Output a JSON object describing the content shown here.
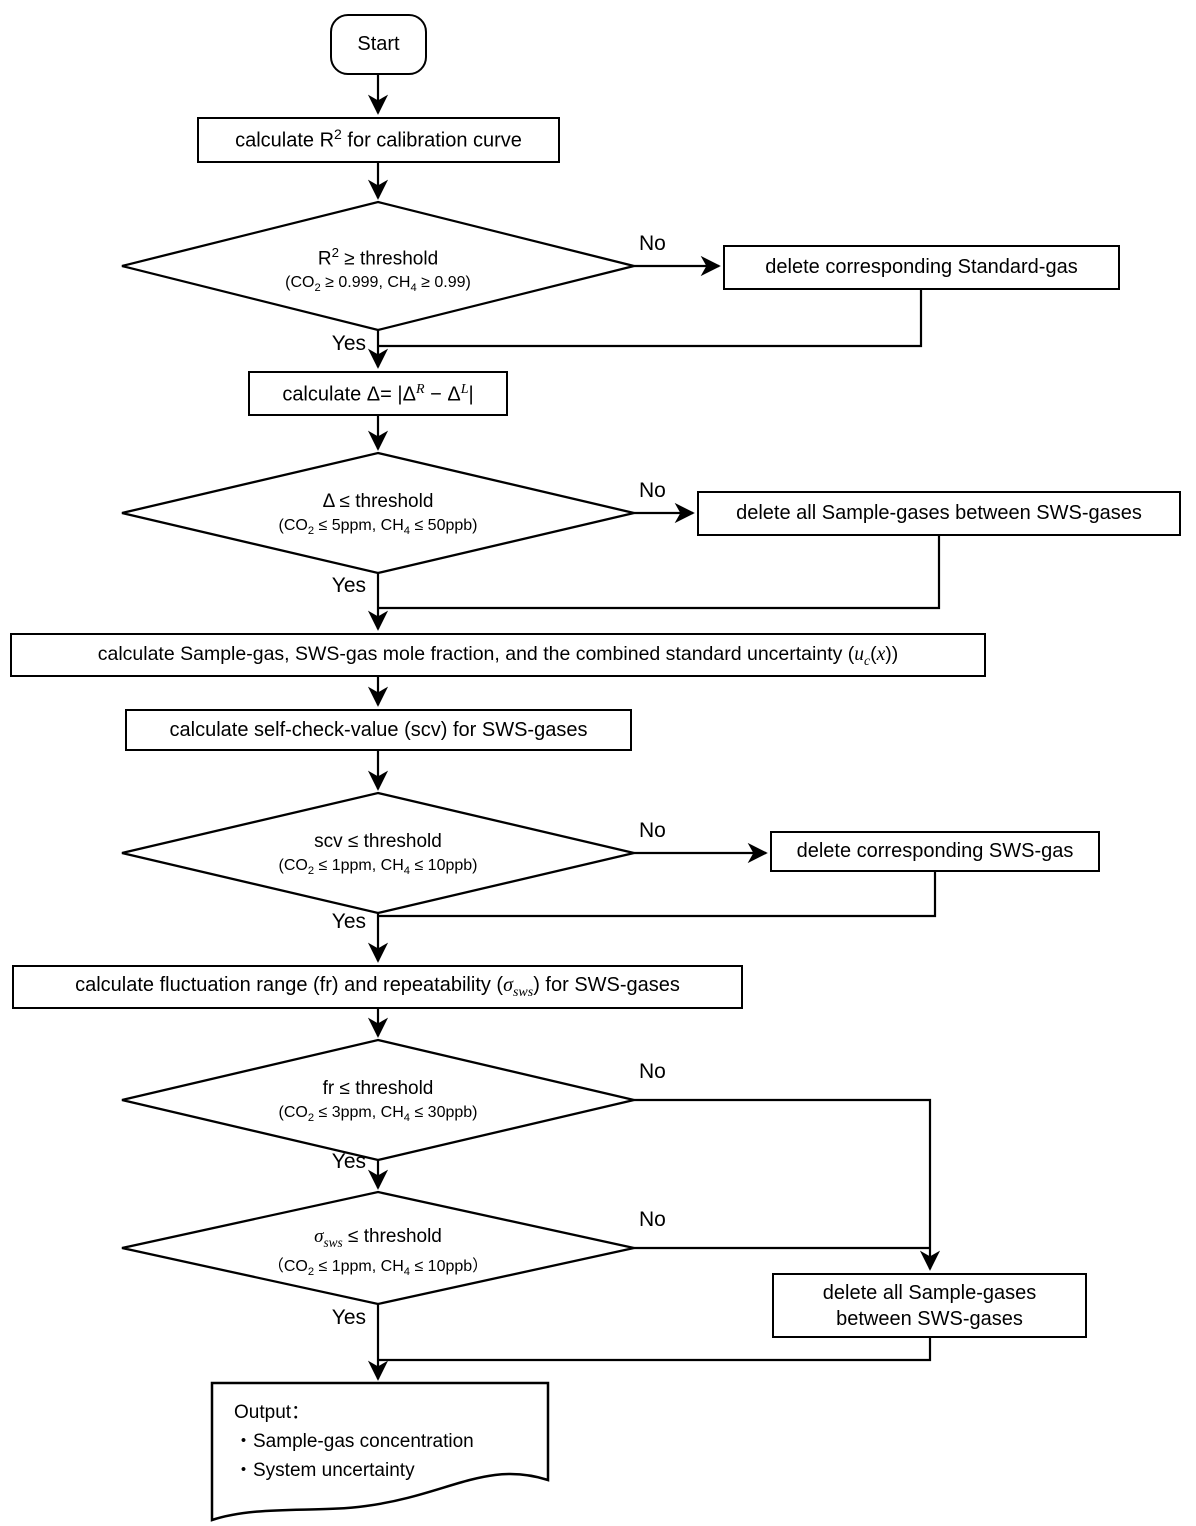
{
  "colors": {
    "stroke": "#000000",
    "background": "#ffffff"
  },
  "flowchart": {
    "start": {
      "label": "Start"
    },
    "calc_r2": {
      "label": "calculate R<sup>2</sup> for calibration curve"
    },
    "decision_r2": {
      "line1": "R<sup>2</sup> ≥ threshold",
      "line2": "(CO<sub>2</sub> ≥ 0.999, CH<sub>4</sub> ≥ 0.99)"
    },
    "delete_standard_gas": {
      "label": "delete corresponding Standard-gas"
    },
    "calc_delta": {
      "label": "calculate Δ= |Δ<sup><i>R</i></sup> − Δ<sup><i>L</i></sup>|"
    },
    "decision_delta": {
      "line1": "Δ ≤ threshold",
      "line2": "(CO<sub>2</sub> ≤ 5ppm, CH<sub>4</sub> ≤ 50ppb)"
    },
    "delete_samples_between_sws": {
      "label": "delete all Sample-gases between SWS-gases"
    },
    "calc_mole_fraction": {
      "label": "calculate Sample-gas, SWS-gas mole fraction, and the combined standard uncertainty (<i>u<sub>c</sub></i>(<i>x</i>))"
    },
    "calc_scv": {
      "label": "calculate self-check-value (scv) for SWS-gases"
    },
    "decision_scv": {
      "line1": "scv ≤ threshold",
      "line2": "(CO<sub>2</sub> ≤ 1ppm, CH<sub>4</sub> ≤ 10ppb)"
    },
    "delete_sws_gas": {
      "label": "delete corresponding SWS-gas"
    },
    "calc_fr": {
      "label": "calculate fluctuation range (fr) and repeatability (<i>σ<sub>sws</sub></i>) for SWS-gases"
    },
    "decision_fr": {
      "line1": "fr ≤ threshold",
      "line2": "(CO<sub>2</sub> ≤ 3ppm, CH<sub>4</sub> ≤ 30ppb)"
    },
    "decision_sigma": {
      "line1": "<i>σ<sub>sws</sub></i> ≤ threshold",
      "line2": "（CO<sub>2</sub> ≤ 1ppm, CH<sub>4</sub> ≤ 10ppb）"
    },
    "delete_samples_between_sws_2": {
      "line1": "delete all Sample-gases",
      "line2": "between SWS-gases"
    },
    "output": {
      "title": "Output：",
      "items": [
        "・Sample-gas concentration",
        "・System uncertainty"
      ]
    },
    "edge_labels": {
      "yes": "Yes",
      "no": "No"
    }
  }
}
